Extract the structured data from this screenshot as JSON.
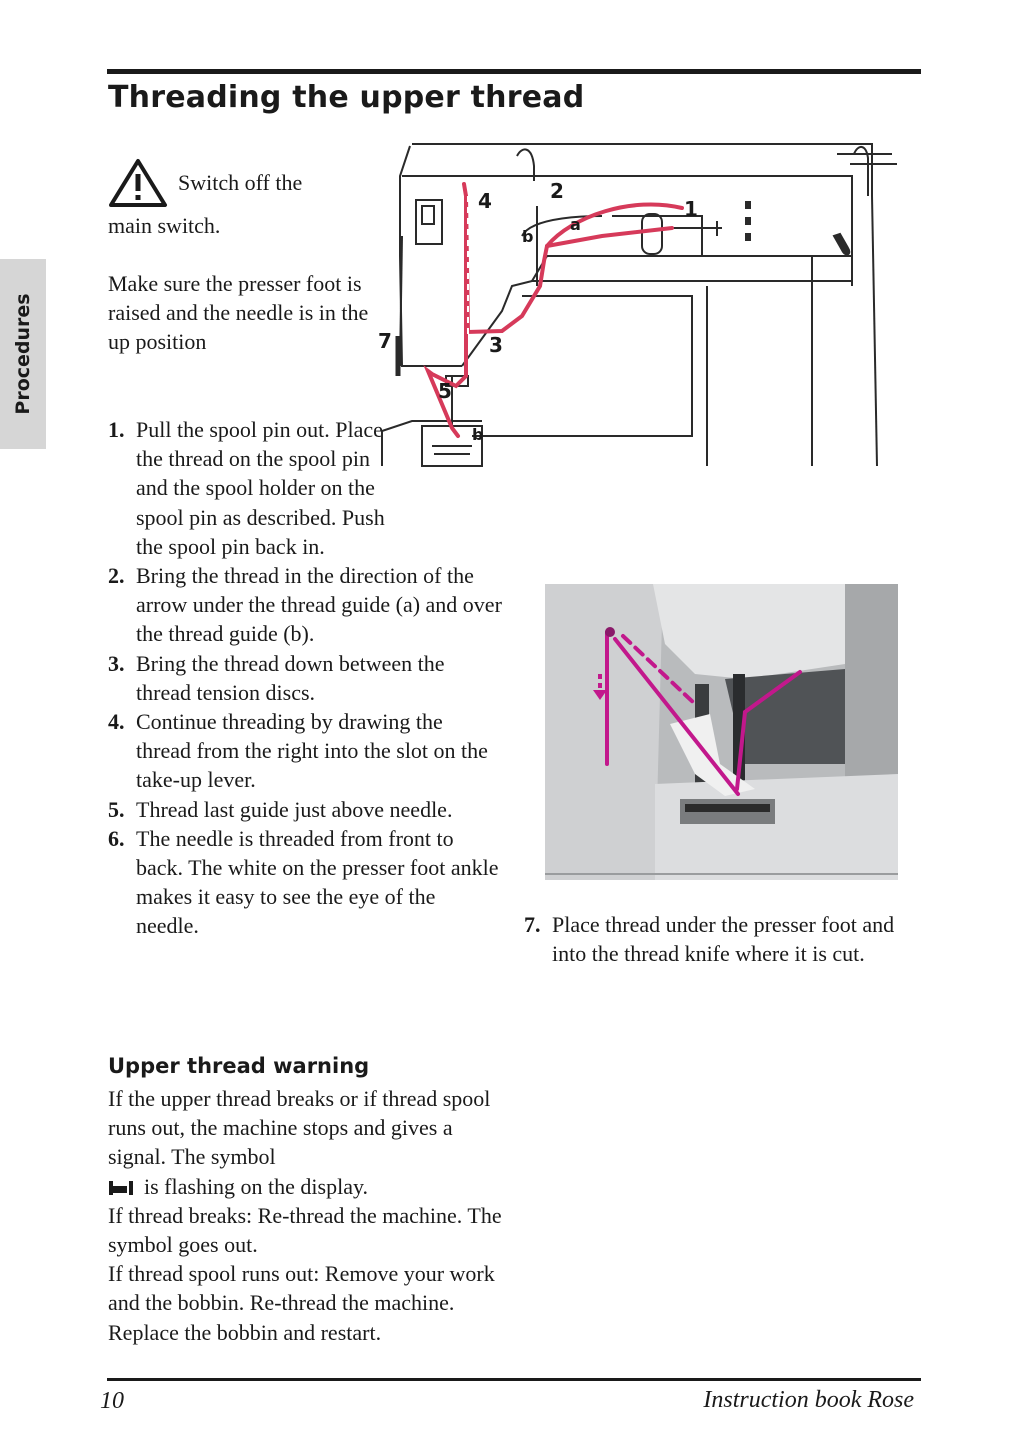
{
  "header": {
    "title": "Threading the upper thread"
  },
  "side_tab": {
    "label": "Procedures"
  },
  "warning_notice": {
    "line1": "Switch off the",
    "line2": "main switch."
  },
  "intro": "Make sure the presser foot is raised and the needle is in the up position",
  "steps": [
    {
      "num": "1.",
      "text": "Pull the spool pin out. Place the thread on the spool pin and the spool holder on the spool pin as described. Push the spool pin back in."
    },
    {
      "num": "2.",
      "text": "Bring the thread in the direction of the arrow under the thread guide (a) and over the thread guide (b)."
    },
    {
      "num": "3.",
      "text": "Bring the thread down between the thread tension discs."
    },
    {
      "num": "4.",
      "text": "Continue threading by drawing the thread from the right into the slot on the take-up lever."
    },
    {
      "num": "5.",
      "text": "Thread last guide just above needle."
    },
    {
      "num": "6.",
      "text": "The needle is threaded from front to back. The white on the presser foot ankle makes it easy to see the eye of the needle."
    },
    {
      "num": "7.",
      "text": "Place thread under the presser foot and into the thread knife where it is cut."
    }
  ],
  "diagram_labels": {
    "l1": "1",
    "l2": "2",
    "l3": "3",
    "l4": "4",
    "l5": "5",
    "l7": "7",
    "la": "a",
    "lb": "b",
    "lb2": "b"
  },
  "upper_thread_warning": {
    "heading": "Upper thread warning",
    "p1_before": "If the upper thread breaks or if thread spool runs out, the machine stops and gives a signal. The symbol",
    "p1_after": "is flashing on the display.",
    "p2": "If thread breaks: Re-thread the machine. The symbol goes out.",
    "p3": "If thread spool runs out: Remove your work and the bobbin. Re-thread the machine. Replace the bobbin and restart."
  },
  "footer": {
    "page_number": "10",
    "book_title": "Instruction book Rose"
  },
  "colors": {
    "thread": "#d63a5a",
    "photo_thread": "#c2188c",
    "text": "#1a1a1a",
    "tab": "#d6d6d6"
  }
}
